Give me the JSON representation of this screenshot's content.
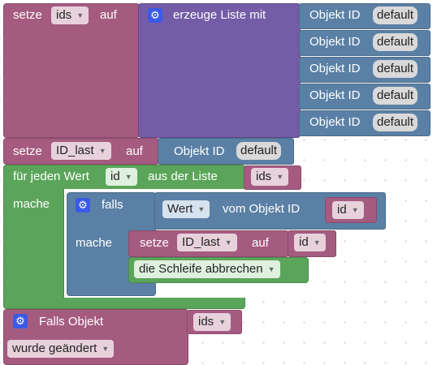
{
  "block_set_ids": {
    "set_label": "setze",
    "var_name": "ids",
    "to_label": "auf"
  },
  "block_create_list": {
    "label": "erzeuge Liste mit"
  },
  "objekt_id_items": [
    {
      "label": "Objekt ID",
      "value": "default"
    },
    {
      "label": "Objekt ID",
      "value": "default"
    },
    {
      "label": "Objekt ID",
      "value": "default"
    },
    {
      "label": "Objekt ID",
      "value": "default"
    },
    {
      "label": "Objekt ID",
      "value": "default"
    }
  ],
  "block_set_id_last": {
    "set_label": "setze",
    "var_name": "ID_last",
    "to_label": "auf",
    "obj_label": "Objekt ID",
    "obj_value": "default"
  },
  "block_for_each": {
    "label": "für jeden Wert",
    "var_name": "id",
    "from_label": "aus der Liste",
    "list_var": "ids",
    "do_label": "mache"
  },
  "block_if": {
    "label": "falls",
    "do_label": "mache",
    "value_field": "Wert",
    "from_obj_label": "vom Objekt ID",
    "obj_var": "id"
  },
  "block_set_inner": {
    "set_label": "setze",
    "var_name": "ID_last",
    "to_label": "auf",
    "value_var": "id"
  },
  "block_break": {
    "label": "die Schleife abbrechen"
  },
  "block_on_change": {
    "label": "Falls Objekt",
    "list_var": "ids",
    "mode": "wurde geändert"
  },
  "colors": {
    "variables": "#a55b80",
    "lists": "#745ca6",
    "objects": "#5b80a5",
    "loops": "#5ba55b",
    "gear": "#3b5ae8"
  }
}
